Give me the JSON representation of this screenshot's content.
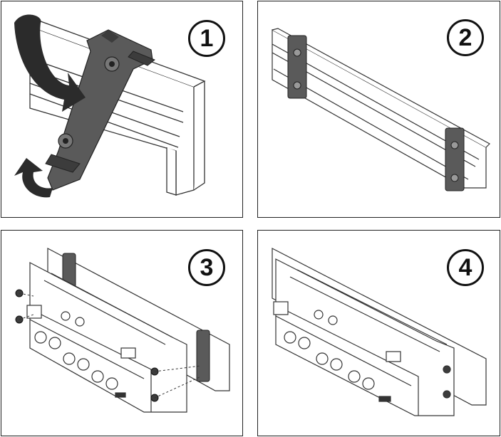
{
  "steps": [
    {
      "number": "1",
      "description_shown": false
    },
    {
      "number": "2",
      "description_shown": false
    },
    {
      "number": "3",
      "description_shown": false
    },
    {
      "number": "4",
      "description_shown": false
    }
  ],
  "colors": {
    "frame": "#222222",
    "bracket": "#5a5a5a",
    "bracket_dark": "#3c3c3c",
    "arrow": "#2b2b2b",
    "rail": "#ffffff",
    "line": "#333333"
  },
  "icons": [
    "rotate-arrow-icon",
    "screw-icon"
  ]
}
